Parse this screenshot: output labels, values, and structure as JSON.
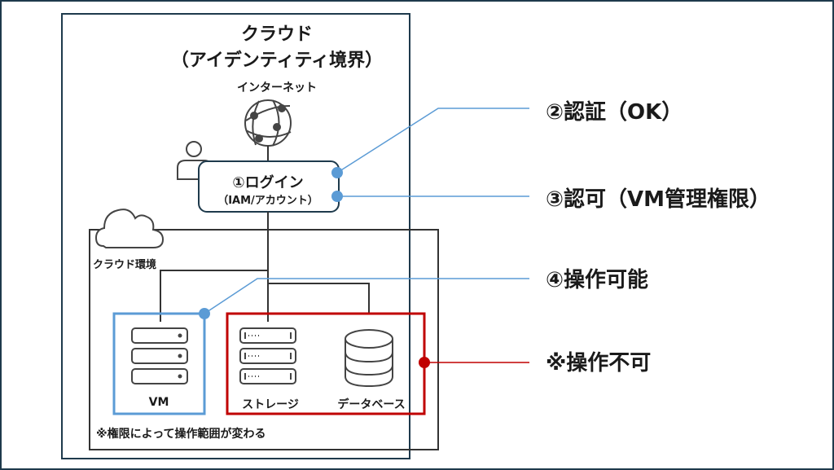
{
  "colors": {
    "frame": "#1e3a4c",
    "line": "#333333",
    "allowed": "#5b9bd5",
    "denied": "#c00000"
  },
  "boundary": {
    "title": "クラウド",
    "subtitle": "（アイデンティティ境界）"
  },
  "internet": {
    "label": "インターネット",
    "icon": "globe-network-icon"
  },
  "login": {
    "icon": "user-icon",
    "title": "①ログイン",
    "subtitle": "（IAM/アカウント）"
  },
  "cloud_env": {
    "label": "クラウド環境",
    "icon": "cloud-icon"
  },
  "resources": {
    "vm": {
      "label": "VM",
      "icon": "server-icon",
      "status": "allowed"
    },
    "storage": {
      "label": "ストレージ",
      "icon": "storage-icon",
      "status": "denied"
    },
    "database": {
      "label": "データベース",
      "icon": "database-icon",
      "status": "denied"
    }
  },
  "note": "※権限によって操作範囲が変わる",
  "callouts": [
    {
      "label": "②認証（OK）",
      "type": "allowed"
    },
    {
      "label": "③認可（VM管理権限）",
      "type": "allowed"
    },
    {
      "label": "④操作可能",
      "type": "allowed"
    },
    {
      "label": "※操作不可",
      "type": "denied"
    }
  ]
}
